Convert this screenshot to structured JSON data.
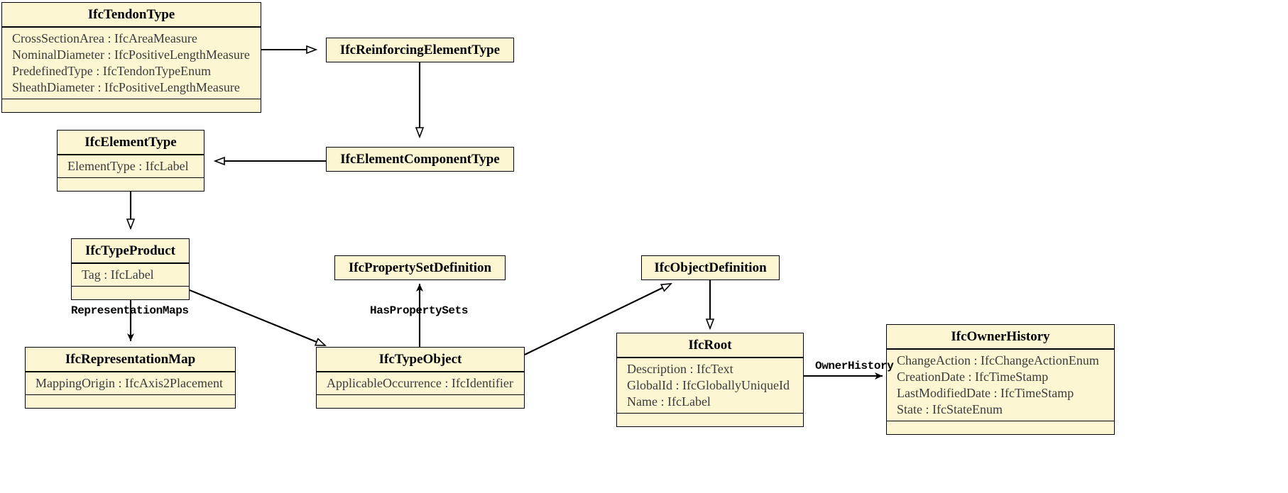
{
  "diagram": {
    "kind": "uml-class-diagram",
    "schema": "IFC",
    "colors": {
      "class_fill": "#fcf6d3",
      "class_border": "#000000",
      "attribute_text": "#3b3b3b",
      "title_text": "#000000",
      "edge": "#000000",
      "background": "#ffffff"
    }
  },
  "classes": [
    {
      "id": "IfcTendonType",
      "name": "IfcTendonType",
      "attributes": [
        "CrossSectionArea : IfcAreaMeasure",
        "NominalDiameter : IfcPositiveLengthMeasure",
        "PredefinedType : IfcTendonTypeEnum",
        "SheathDiameter : IfcPositiveLengthMeasure"
      ],
      "has_operations_compartment": true
    },
    {
      "id": "IfcReinforcingElementType",
      "name": "IfcReinforcingElementType",
      "attributes": [],
      "has_operations_compartment": false
    },
    {
      "id": "IfcElementType",
      "name": "IfcElementType",
      "attributes": [
        "ElementType : IfcLabel"
      ],
      "has_operations_compartment": true
    },
    {
      "id": "IfcElementComponentType",
      "name": "IfcElementComponentType",
      "attributes": [],
      "has_operations_compartment": false
    },
    {
      "id": "IfcTypeProduct",
      "name": "IfcTypeProduct",
      "attributes": [
        "Tag : IfcLabel"
      ],
      "has_operations_compartment": true
    },
    {
      "id": "IfcPropertySetDefinition",
      "name": "IfcPropertySetDefinition",
      "attributes": [],
      "has_operations_compartment": false
    },
    {
      "id": "IfcObjectDefinition",
      "name": "IfcObjectDefinition",
      "attributes": [],
      "has_operations_compartment": false
    },
    {
      "id": "IfcRepresentationMap",
      "name": "IfcRepresentationMap",
      "attributes": [
        "MappingOrigin : IfcAxis2Placement"
      ],
      "has_operations_compartment": true
    },
    {
      "id": "IfcTypeObject",
      "name": "IfcTypeObject",
      "attributes": [
        "ApplicableOccurrence : IfcIdentifier"
      ],
      "has_operations_compartment": true
    },
    {
      "id": "IfcRoot",
      "name": "IfcRoot",
      "attributes": [
        "Description : IfcText",
        "GlobalId : IfcGloballyUniqueId",
        "Name : IfcLabel"
      ],
      "has_operations_compartment": true
    },
    {
      "id": "IfcOwnerHistory",
      "name": "IfcOwnerHistory",
      "attributes": [
        "ChangeAction : IfcChangeActionEnum",
        "CreationDate : IfcTimeStamp",
        "LastModifiedDate : IfcTimeStamp",
        "State : IfcStateEnum"
      ],
      "has_operations_compartment": true
    }
  ],
  "relationships": [
    {
      "id": "rel-tendon-reinforcing",
      "from": "IfcTendonType",
      "to": "IfcReinforcingElementType",
      "type": "generalization",
      "label": ""
    },
    {
      "id": "rel-reinforcing-elementcomponent",
      "from": "IfcReinforcingElementType",
      "to": "IfcElementComponentType",
      "type": "generalization",
      "label": ""
    },
    {
      "id": "rel-elementcomponent-elementtype",
      "from": "IfcElementComponentType",
      "to": "IfcElementType",
      "type": "generalization",
      "label": ""
    },
    {
      "id": "rel-elementtype-typeproduct",
      "from": "IfcElementType",
      "to": "IfcTypeProduct",
      "type": "generalization",
      "label": ""
    },
    {
      "id": "rel-typeproduct-representationmap",
      "from": "IfcTypeProduct",
      "to": "IfcRepresentationMap",
      "type": "association",
      "label": "RepresentationMaps"
    },
    {
      "id": "rel-typeproduct-typeobject",
      "from": "IfcTypeProduct",
      "to": "IfcTypeObject",
      "type": "generalization",
      "label": ""
    },
    {
      "id": "rel-typeobject-propertysetdefinition",
      "from": "IfcTypeObject",
      "to": "IfcPropertySetDefinition",
      "type": "association",
      "label": "HasPropertySets"
    },
    {
      "id": "rel-typeobject-objectdefinition",
      "from": "IfcTypeObject",
      "to": "IfcObjectDefinition",
      "type": "generalization",
      "label": ""
    },
    {
      "id": "rel-objectdefinition-root",
      "from": "IfcObjectDefinition",
      "to": "IfcRoot",
      "type": "generalization",
      "label": ""
    },
    {
      "id": "rel-root-ownerhistory",
      "from": "IfcRoot",
      "to": "IfcOwnerHistory",
      "type": "association",
      "label": "OwnerHistory"
    }
  ],
  "edge_labels": {
    "representation_maps": "RepresentationMaps",
    "has_property_sets": "HasPropertySets",
    "owner_history": "OwnerHistory"
  }
}
